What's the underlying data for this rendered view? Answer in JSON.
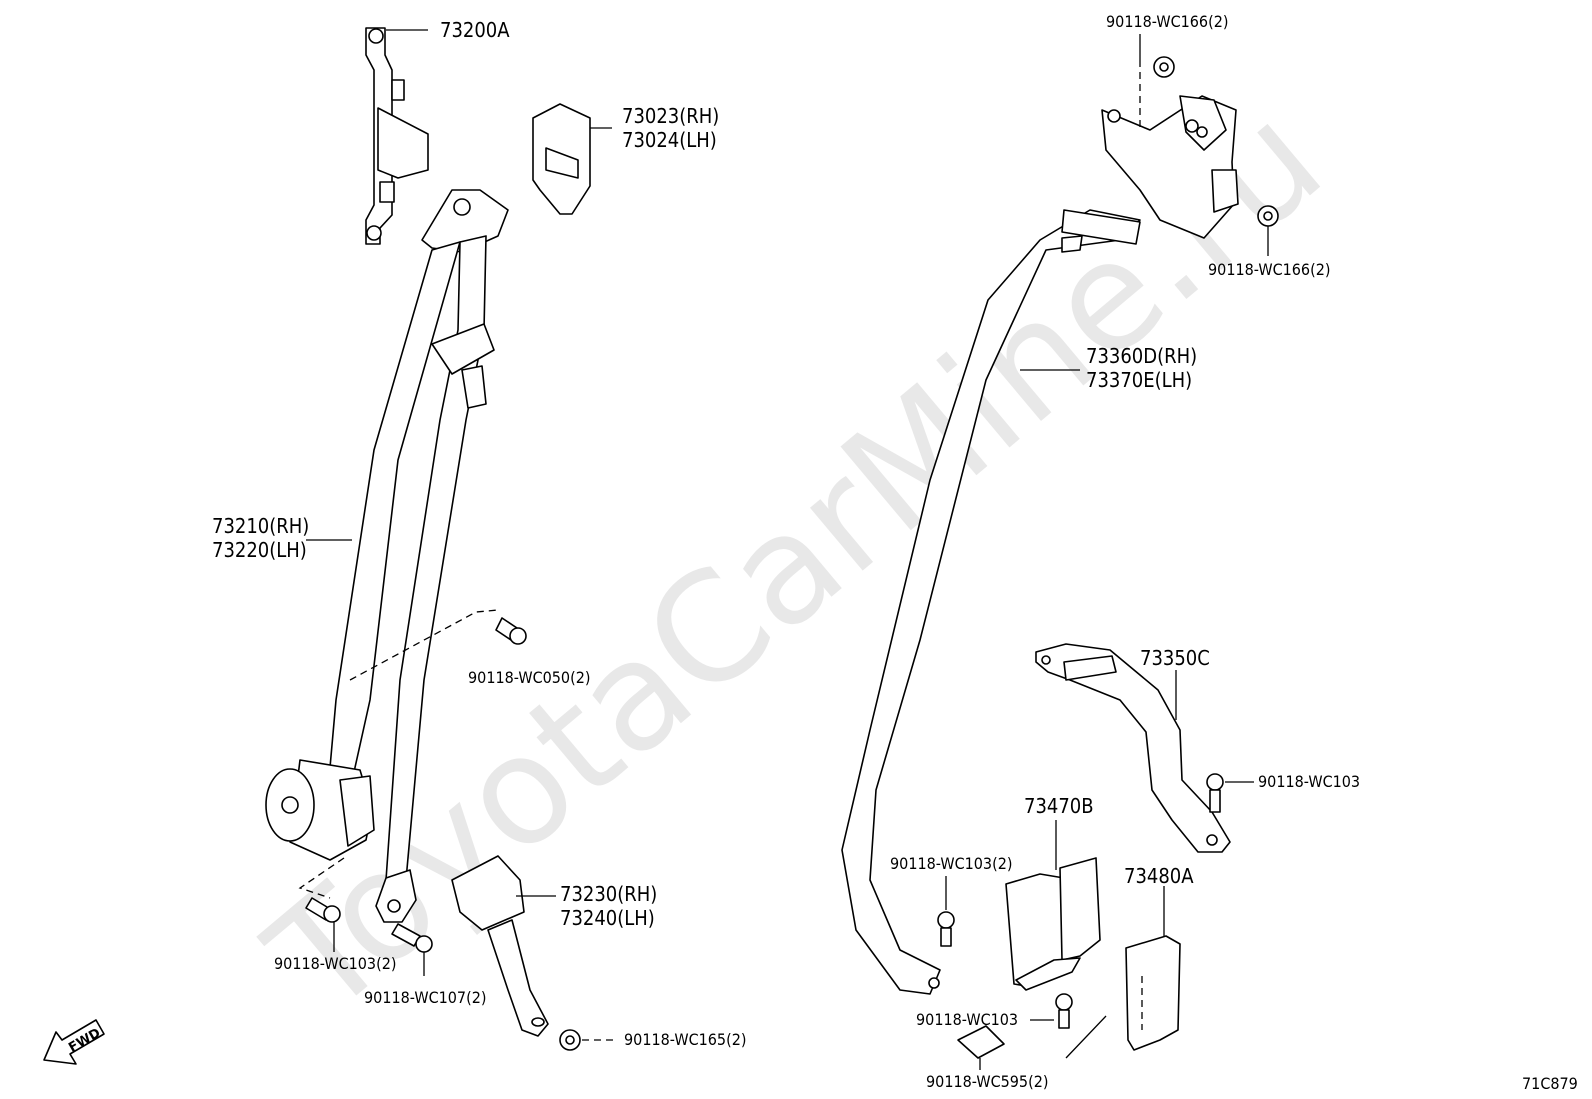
{
  "watermark": "ToyotaCarMine.ru",
  "diagram_code": "71C879",
  "fwd_label": "FWD",
  "labels": {
    "p73200A": "73200A",
    "p73023": "73023(RH)",
    "p73024": "73024(LH)",
    "p73210": "73210(RH)",
    "p73220": "73220(LH)",
    "p73230": "73230(RH)",
    "p73240": "73240(LH)",
    "bolt_wc050": "90118-WC050(2)",
    "bolt_wc103_2_left": "90118-WC103(2)",
    "bolt_wc107": "90118-WC107(2)",
    "nut_wc165": "90118-WC165(2)",
    "nut_wc166_top": "90118-WC166(2)",
    "nut_wc166_side": "90118-WC166(2)",
    "p73360D": "73360D(RH)",
    "p73370E": "73370E(LH)",
    "p73350C": "73350C",
    "bolt_wc103_right": "90118-WC103",
    "p73470B": "73470B",
    "bolt_wc103_2_right": "90118-WC103(2)",
    "p73480A": "73480A",
    "bolt_wc103_bottom": "90118-WC103",
    "clip_wc595": "90118-WC595(2)"
  }
}
